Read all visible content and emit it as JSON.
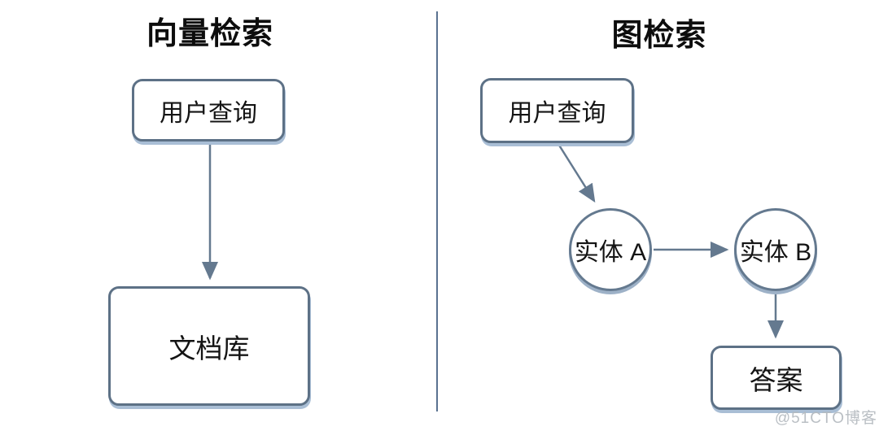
{
  "left_panel": {
    "title": "向量检索",
    "nodes": {
      "user_query": "用户查询",
      "doc_store": "文档库"
    },
    "edges": [
      {
        "from": "user_query",
        "to": "doc_store"
      }
    ]
  },
  "right_panel": {
    "title": "图检索",
    "nodes": {
      "user_query": "用户查询",
      "entity_a": "实体 A",
      "entity_b": "实体 B",
      "answer": "答案"
    },
    "edges": [
      {
        "from": "user_query",
        "to": "entity_a"
      },
      {
        "from": "entity_a",
        "to": "entity_b"
      },
      {
        "from": "entity_b",
        "to": "answer"
      }
    ]
  },
  "watermark": "@51CTO博客",
  "colors": {
    "node_border": "#5d7186",
    "node_shadow": "#a9bed5",
    "arrow": "#64798f",
    "divider": "#5a7290",
    "title_text": "#0d0d0d",
    "watermark_text": "#b2b8be"
  }
}
